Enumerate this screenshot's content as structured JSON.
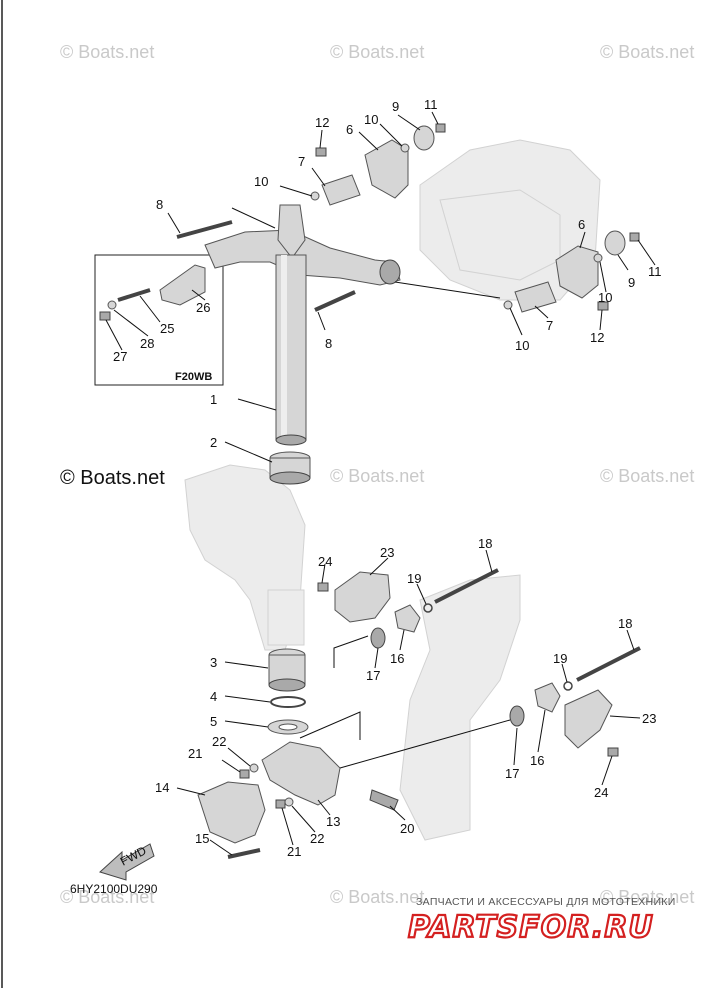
{
  "watermarks": [
    "© Boats.net",
    "© Boats.net",
    "© Boats.net",
    "© Boats.net",
    "© Boats.net",
    "© Boats.net",
    "© Boats.net",
    "© Boats.net"
  ],
  "watermark_main": "© Boats.net",
  "inset_label": "F20WB",
  "fwd_label": "FWD",
  "diagram_code": "6HY2100DU290",
  "footer": {
    "tagline": "ЗАПЧАСТИ И АКСЕССУАРЫ ДЛЯ МОТОТЕХНИКИ",
    "brand": "PARTSFOR.RU",
    "brand_color": "#d42020"
  },
  "callouts": [
    {
      "id": "c1",
      "text": "1"
    },
    {
      "id": "c2",
      "text": "2"
    },
    {
      "id": "c3",
      "text": "3"
    },
    {
      "id": "c4",
      "text": "4"
    },
    {
      "id": "c5",
      "text": "5"
    },
    {
      "id": "c6a",
      "text": "6"
    },
    {
      "id": "c6b",
      "text": "6"
    },
    {
      "id": "c7a",
      "text": "7"
    },
    {
      "id": "c7b",
      "text": "7"
    },
    {
      "id": "c8a",
      "text": "8"
    },
    {
      "id": "c8b",
      "text": "8"
    },
    {
      "id": "c9a",
      "text": "9"
    },
    {
      "id": "c9b",
      "text": "9"
    },
    {
      "id": "c10a",
      "text": "10"
    },
    {
      "id": "c10b",
      "text": "10"
    },
    {
      "id": "c10c",
      "text": "10"
    },
    {
      "id": "c10d",
      "text": "10"
    },
    {
      "id": "c11a",
      "text": "11"
    },
    {
      "id": "c11b",
      "text": "11"
    },
    {
      "id": "c12a",
      "text": "12"
    },
    {
      "id": "c12b",
      "text": "12"
    },
    {
      "id": "c13",
      "text": "13"
    },
    {
      "id": "c14",
      "text": "14"
    },
    {
      "id": "c15",
      "text": "15"
    },
    {
      "id": "c16a",
      "text": "16"
    },
    {
      "id": "c16b",
      "text": "16"
    },
    {
      "id": "c17a",
      "text": "17"
    },
    {
      "id": "c17b",
      "text": "17"
    },
    {
      "id": "c18a",
      "text": "18"
    },
    {
      "id": "c18b",
      "text": "18"
    },
    {
      "id": "c19a",
      "text": "19"
    },
    {
      "id": "c19b",
      "text": "19"
    },
    {
      "id": "c20",
      "text": "20"
    },
    {
      "id": "c21a",
      "text": "21"
    },
    {
      "id": "c21b",
      "text": "21"
    },
    {
      "id": "c22a",
      "text": "22"
    },
    {
      "id": "c22b",
      "text": "22"
    },
    {
      "id": "c23a",
      "text": "23"
    },
    {
      "id": "c23b",
      "text": "23"
    },
    {
      "id": "c24a",
      "text": "24"
    },
    {
      "id": "c24b",
      "text": "24"
    },
    {
      "id": "c25",
      "text": "25"
    },
    {
      "id": "c26",
      "text": "26"
    },
    {
      "id": "c27",
      "text": "27"
    },
    {
      "id": "c28",
      "text": "28"
    }
  ]
}
